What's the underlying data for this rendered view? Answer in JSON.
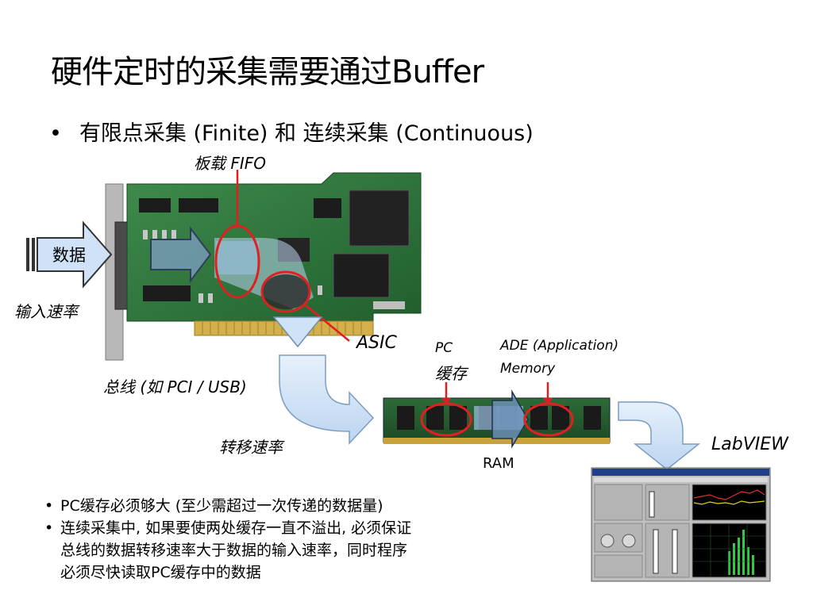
{
  "title": "硬件定时的采集需要通过Buffer",
  "bullet": {
    "marker": "•",
    "text": "有限点采集 (Finite) 和 连续采集 (Continuous)"
  },
  "labels": {
    "fifo": "板载 FIFO",
    "data": "数据",
    "input_rate": "输入速率",
    "asic": "ASIC",
    "pc_label": "PC",
    "pc_cache": "缓存",
    "ade_line1": "ADE (Application)",
    "ade_line2": "Memory",
    "bus": "总线 (如 PCI / USB)",
    "transfer_rate": "转移速率",
    "ram": "RAM",
    "labview": "LabVIEW"
  },
  "notes": [
    {
      "marker": "•",
      "lines": [
        "PC缓存必须够大 (至少需超过一次传递的数据量)"
      ]
    },
    {
      "marker": "•",
      "lines": [
        "连续采集中, 如果要使两处缓存一直不溢出, 必须保证",
        "总线的数据转移速率大于数据的输入速率，同时程序",
        "必须尽快读取PC缓存中的数据"
      ]
    }
  ],
  "colors": {
    "board_green": "#2f7a3f",
    "arrow_fill": "#cfe2f7",
    "arrow_stroke": "#6b8fb5",
    "highlight_red": "#e02020",
    "gold": "#c9a23a"
  }
}
